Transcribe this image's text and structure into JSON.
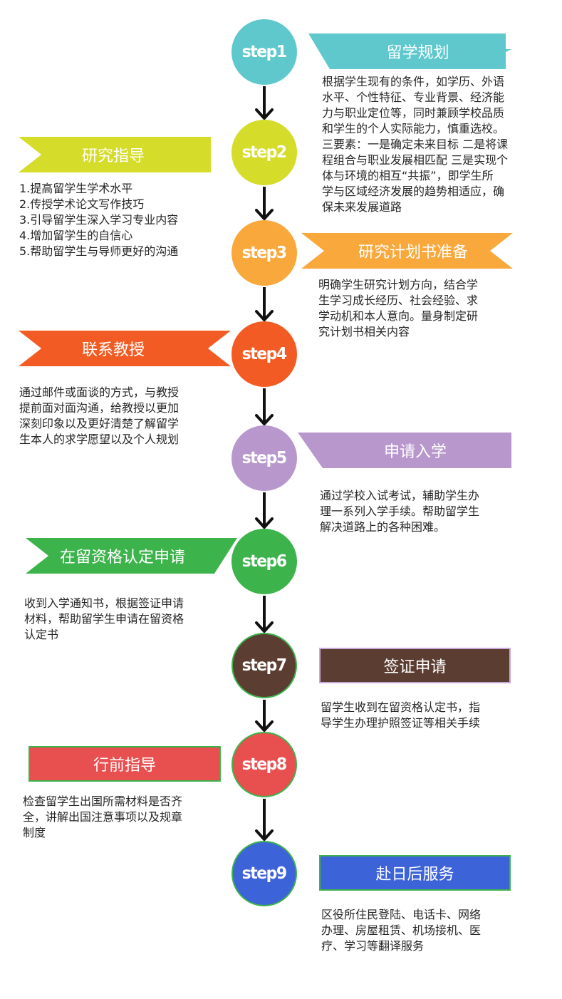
{
  "colors": {
    "step1": "#5ec8cc",
    "step2": "#d5dc2a",
    "step3": "#f9a83b",
    "step4": "#f25c24",
    "step5": "#b898cc",
    "step6": "#3db34c",
    "step7": "#5b3d31",
    "step8": "#e8504f",
    "step9": "#3d63d8",
    "arrow": "#111111",
    "text": "#262626"
  },
  "steps": [
    {
      "badge": "step1",
      "title": "留学规划",
      "desc": [
        "根据学生现有的条件，如学历、外语",
        "水平、个性特征、专业背景、经济能",
        "力与职业定位等，同时兼顾学校品质",
        "和学生的个人实际能力，慎重选校。",
        "三要素：一是确定未来目标 二是将课",
        "程组合与职业发展相匹配 三是实现个",
        "体与环境的相互“共振”，即学生所",
        "学与区域经济发展的趋势相适应，确",
        "保未来发展道路"
      ]
    },
    {
      "badge": "step2",
      "title": "研究指导",
      "desc": [
        "1.提高留学生学术水平",
        "2.传授学术论文写作技巧",
        "3.引导留学生深入学习专业内容",
        "4.增加留学生的自信心",
        "5.帮助留学生与导师更好的沟通"
      ]
    },
    {
      "badge": "step3",
      "title": "研究计划书准备",
      "desc": [
        "明确学生研究计划方向，结合学",
        "生学习成长经历、社会经验、求",
        "学动机和本人意向。量身制定研",
        "究计划书相关内容"
      ]
    },
    {
      "badge": "step4",
      "title": "联系教授",
      "desc": [
        "通过邮件或面谈的方式，与教授",
        "提前面对面沟通，给教授以更加",
        "深刻印象以及更好清楚了解留学",
        "生本人的求学愿望以及个人规划"
      ]
    },
    {
      "badge": "step5",
      "title": "申请入学",
      "desc": [
        "通过学校入试考试，辅助学生办",
        "理一系列入学手续。帮助留学生",
        "解决道路上的各种困难。"
      ]
    },
    {
      "badge": "step6",
      "title": "在留资格认定申请",
      "desc": [
        "收到入学通知书，根据签证申请",
        "材料，帮助留学生申请在留资格",
        "认定书"
      ]
    },
    {
      "badge": "step7",
      "title": "签证申请",
      "desc": [
        "留学生收到在留资格认定书，指",
        "导学生办理护照签证等相关手续"
      ]
    },
    {
      "badge": "step8",
      "title": "行前指导",
      "desc": [
        "检查留学生出国所需材料是否齐",
        "全，讲解出国注意事项以及规章",
        "制度"
      ]
    },
    {
      "badge": "step9",
      "title": "赴日后服务",
      "desc": [
        "区役所住民登陆、电话卡、网络",
        "办理、房屋租赁、机场接机、医",
        "疗、学习等翻译服务"
      ]
    }
  ]
}
